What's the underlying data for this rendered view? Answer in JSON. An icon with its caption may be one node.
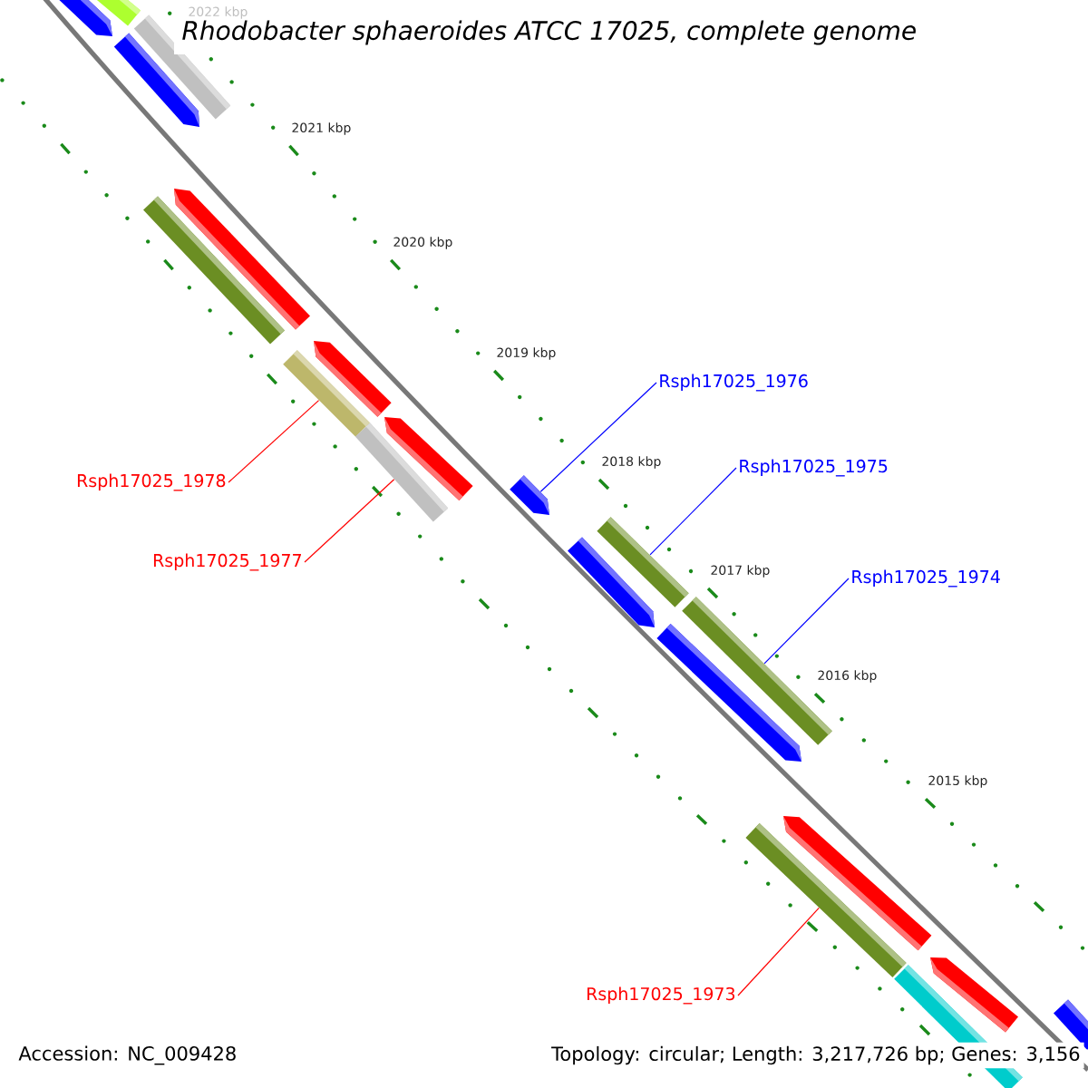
{
  "diagram": {
    "title": "Rhodobacter sphaeroides ATCC 17025, complete genome",
    "nodes": [
      {
        "text": [
          "Rsph17025_1976"
        ]
      },
      {
        "text": [
          "Rsph17025_1975"
        ]
      },
      {
        "text": [
          "Rsph17025_1978"
        ]
      },
      {
        "text": [
          "Rsph17025_1977"
        ]
      },
      {
        "text": [
          "Rsph17025_1974"
        ]
      },
      {
        "text": [
          "Rsph17025_1973"
        ]
      },
      {
        "text": [],
        "shape": "pentagon"
      },
      {
        "text": [],
        "shape": "bar"
      },
      {
        "text": [],
        "shape": "pentagon"
      },
      {
        "text": [],
        "shape": "bar"
      },
      {
        "text": [],
        "shape": "bar"
      },
      {
        "text": [],
        "shape": "pentagon"
      },
      {
        "text": [],
        "shape": "bar"
      },
      {
        "text": [],
        "shape": "pentagon"
      },
      {
        "text": [],
        "shape": "bar"
      },
      {
        "text": [],
        "shape": "pentagon"
      },
      {
        "text": [],
        "shape": "pentagon"
      },
      {
        "text": [],
        "shape": "pentagon"
      },
      {
        "text": [],
        "shape": "bar"
      },
      {
        "text": [],
        "shape": "pentagon"
      },
      {
        "text": [],
        "shape": "bar"
      },
      {
        "text": [],
        "shape": "bar"
      },
      {
        "text": [],
        "shape": "pentagon"
      },
      {
        "text": [],
        "shape": "pentagon"
      },
      {
        "text": [],
        "shape": "bar"
      },
      {
        "text": [],
        "shape": "pentagon"
      }
    ],
    "edges": [
      {
        "from": 0,
        "to": 16,
        "arrow": "none"
      },
      {
        "from": 1,
        "to": 18,
        "arrow": "none"
      },
      {
        "from": 2,
        "to": 12,
        "arrow": "none",
        "color": "#ff0000"
      },
      {
        "from": 3,
        "to": 14,
        "arrow": "none",
        "color": "#ff0000"
      },
      {
        "from": 4,
        "to": 20,
        "arrow": "none"
      },
      {
        "from": 5,
        "to": 21,
        "arrow": "none",
        "color": "#ff0000"
      }
    ],
    "labels": [
      "2022 kbp",
      "2021 kbp",
      "2020 kbp",
      "2019 kbp",
      "2018 kbp",
      "2017 kbp",
      "2016 kbp",
      "2015 kbp",
      "Accession: NC_009428",
      "Topology: circular; Length: 3,217,726 bp; Genes: 3,156"
    ]
  }
}
